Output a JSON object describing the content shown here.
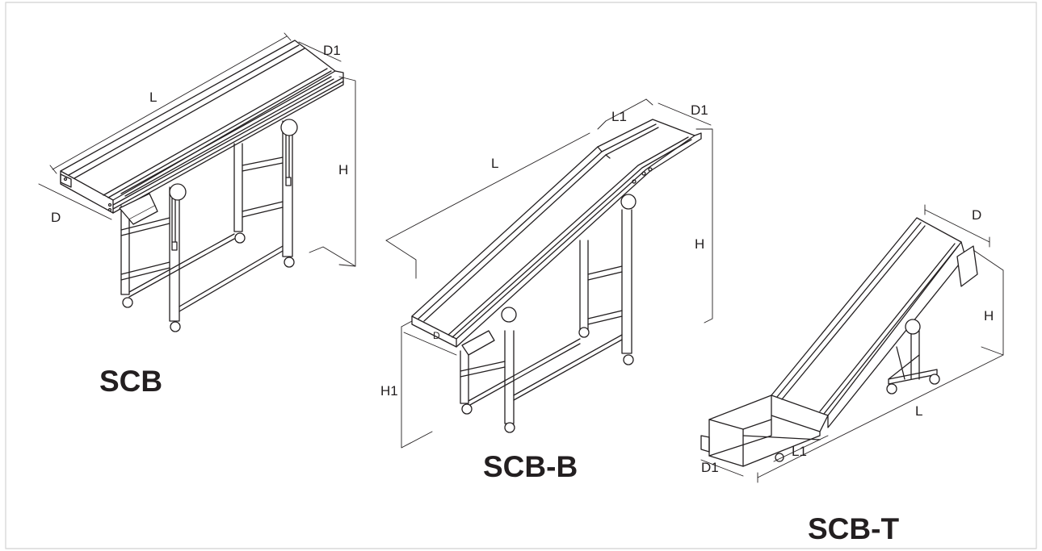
{
  "models": [
    {
      "id": "scb",
      "label": "SCB",
      "dimensions": {
        "length": "L",
        "depth": "D",
        "depth_inner": "D1",
        "height": "H"
      }
    },
    {
      "id": "scb-b",
      "label": "SCB-B",
      "dimensions": {
        "length": "L",
        "length_top": "L1",
        "depth_inner": "D1",
        "depth": "D",
        "height": "H",
        "height_low": "H1"
      }
    },
    {
      "id": "scb-t",
      "label": "SCB-T",
      "dimensions": {
        "depth": "D",
        "height": "H",
        "length": "L",
        "length_low": "L1",
        "depth_inner": "D1"
      }
    }
  ],
  "colors": {
    "ink": "#231f20",
    "frame_border": "#d9d9d9",
    "background": "#ffffff"
  }
}
